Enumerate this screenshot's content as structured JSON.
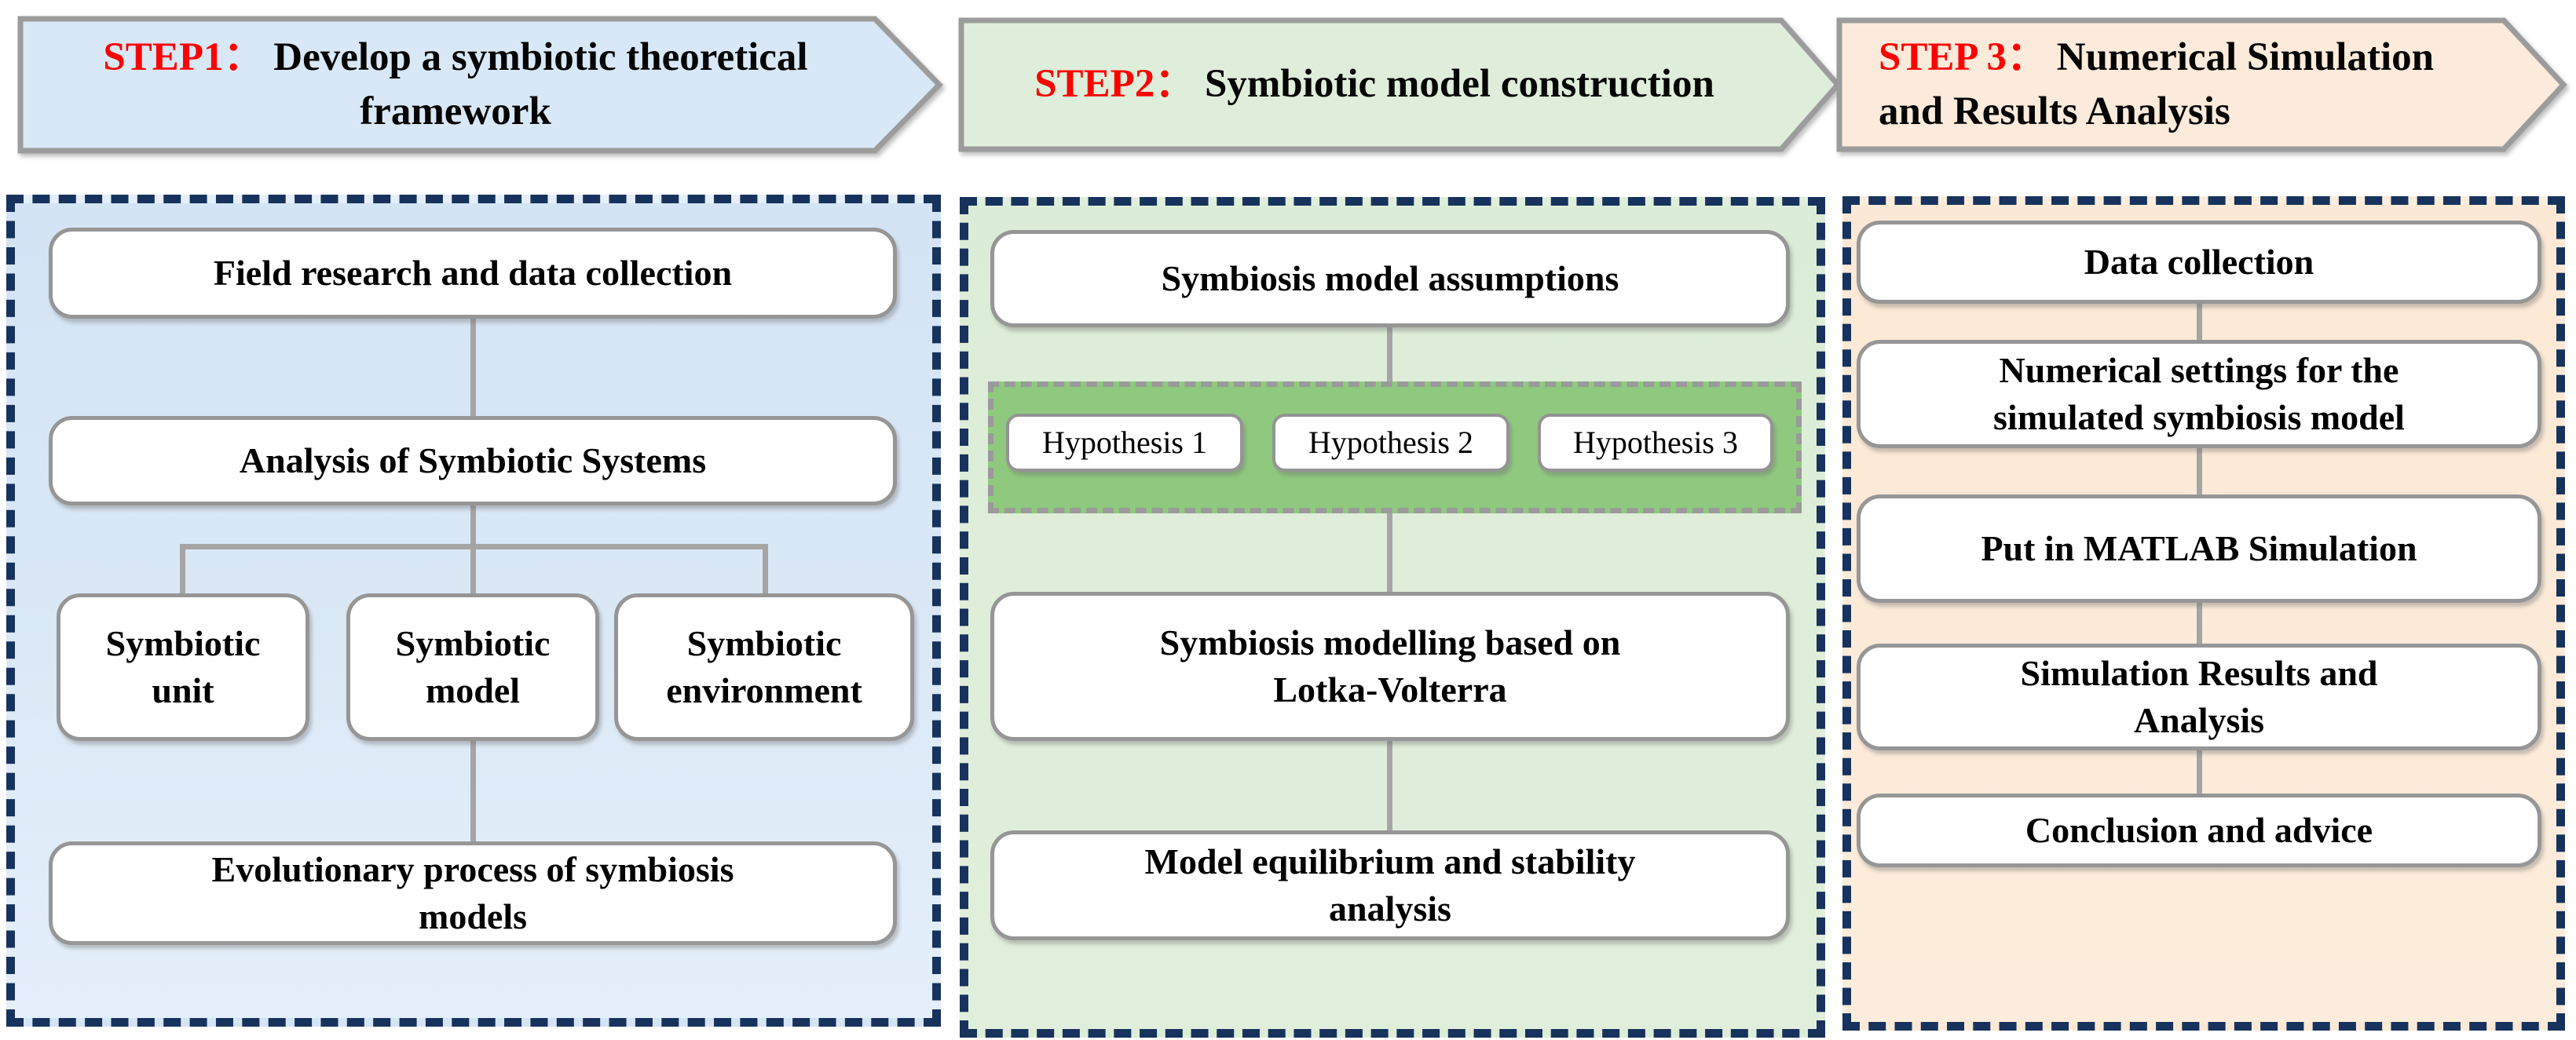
{
  "figure": {
    "type": "flowchart",
    "description": "Three-step symbiosis research methodology flowchart"
  },
  "colors": {
    "step1_fill": "#d8e8f6",
    "step2_fill": "#deeeda",
    "step3_fill": "#fceada",
    "panel1_bg": "#dbe9f6",
    "panel2_bg": "#deeed9",
    "panel3_bg": "#fcebd8",
    "panel_dash_border": "#17335d",
    "box_border": "#969696",
    "connector_gray": "#a5a5a5",
    "hypothesis_group_fill": "#8fc97e",
    "step_label_red": "#fe0000"
  },
  "headers": [
    {
      "prefix": "STEP1： ",
      "title": "Develop a symbiotic theoretical\nframework",
      "fill": "#d8e8f6"
    },
    {
      "prefix": "STEP2： ",
      "title": "Symbiotic model construction",
      "fill": "#deeeda"
    },
    {
      "prefix": "STEP 3： ",
      "title": "Numerical Simulation\nand Results Analysis",
      "fill": "#fceada"
    }
  ],
  "panels": [
    {
      "name": "theoretical-framework",
      "boxes": [
        {
          "label": "Field research and data collection"
        },
        {
          "label": "Analysis of Symbiotic Systems"
        },
        {
          "label": "Symbiotic\nunit"
        },
        {
          "label": "Symbiotic\nmodel"
        },
        {
          "label": "Symbiotic\nenvironment"
        },
        {
          "label": "Evolutionary process of symbiosis\nmodels"
        }
      ]
    },
    {
      "name": "model-construction",
      "boxes": [
        {
          "label": "Symbiosis model assumptions"
        },
        {
          "label": "Hypothesis 1"
        },
        {
          "label": "Hypothesis 2"
        },
        {
          "label": "Hypothesis 3"
        },
        {
          "label": "Symbiosis modelling based on\nLotka-Volterra"
        },
        {
          "label": "Model equilibrium and stability\nanalysis"
        }
      ]
    },
    {
      "name": "simulation-analysis",
      "boxes": [
        {
          "label": "Data collection"
        },
        {
          "label": "Numerical settings for the\nsimulated symbiosis model"
        },
        {
          "label": "Put in MATLAB Simulation"
        },
        {
          "label": "Simulation Results and\nAnalysis"
        },
        {
          "label": "Conclusion and advice"
        }
      ]
    }
  ]
}
